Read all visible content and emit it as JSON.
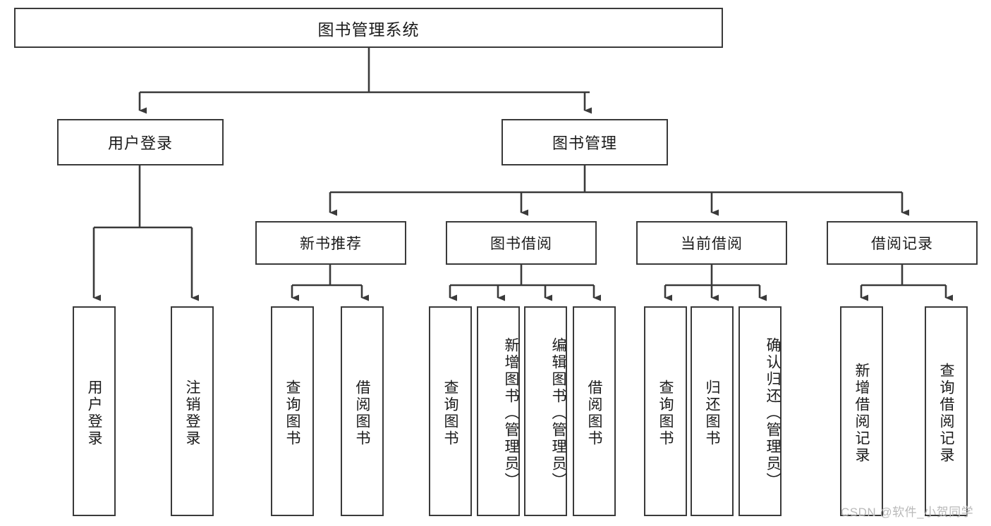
{
  "diagram": {
    "title": "图书管理系统",
    "type": "hierarchy-tree",
    "levels": 4,
    "root": {
      "label": "图书管理系统"
    },
    "level2": [
      {
        "label": "用户登录"
      },
      {
        "label": "图书管理"
      }
    ],
    "level3": [
      {
        "label": "新书推荐"
      },
      {
        "label": "图书借阅"
      },
      {
        "label": "当前借阅"
      },
      {
        "label": "借阅记录"
      }
    ],
    "leaves": [
      {
        "label": "用户登录",
        "parent": "用户登录"
      },
      {
        "label": "注销登录",
        "parent": "用户登录"
      },
      {
        "label": "查询图书",
        "parent": "新书推荐"
      },
      {
        "label": "借阅图书",
        "parent": "新书推荐"
      },
      {
        "label": "查询图书",
        "parent": "图书借阅"
      },
      {
        "label": "新增图书（管理员）",
        "parent": "图书借阅"
      },
      {
        "label": "编辑图书（管理员）",
        "parent": "图书借阅"
      },
      {
        "label": "借阅图书",
        "parent": "图书借阅"
      },
      {
        "label": "查询图书",
        "parent": "当前借阅"
      },
      {
        "label": "归还图书",
        "parent": "当前借阅"
      },
      {
        "label": "确认归还（管理员）",
        "parent": "当前借阅"
      },
      {
        "label": "新增借阅记录",
        "parent": "借阅记录"
      },
      {
        "label": "查询借阅记录",
        "parent": "借阅记录"
      }
    ]
  },
  "watermark": {
    "text": "CSDN @软件_小贺同学"
  },
  "colors": {
    "stroke": "#3a3a3a",
    "background": "#ffffff",
    "text": "#1b1b1b",
    "watermark": "#b9b9b9"
  }
}
